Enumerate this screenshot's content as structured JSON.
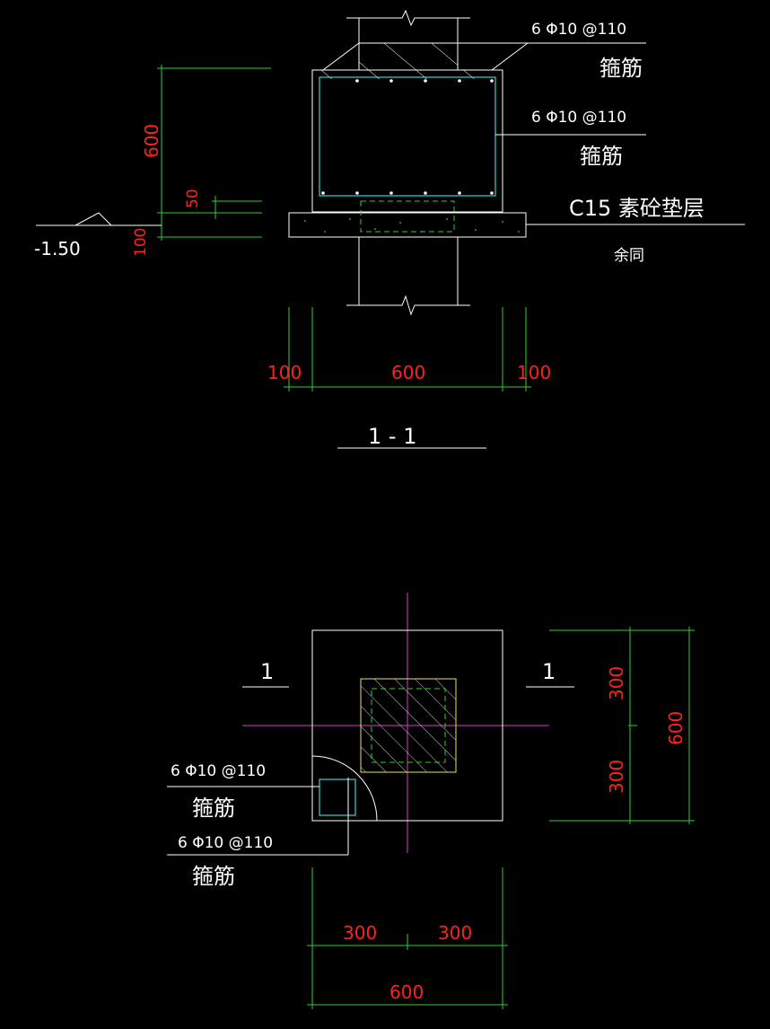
{
  "section": {
    "title": "1 - 1",
    "rebar_top_spec": "6 Φ10 @110",
    "rebar_top_label": "箍筋",
    "rebar_side_spec": "6 Φ10 @110",
    "rebar_side_label": "箍筋",
    "cushion_label": "C15  素砼垫层",
    "rest_same": "余同",
    "elevation": "-1.50",
    "dim_height": "600",
    "dim_cover": "50",
    "dim_cushion": "100",
    "dim_left": "100",
    "dim_width": "600",
    "dim_right": "100"
  },
  "plan": {
    "cut_mark_left": "1",
    "cut_mark_right": "1",
    "rebar_a_spec": "6 Φ10 @110",
    "rebar_a_label": "箍筋",
    "rebar_b_spec": "6 Φ10 @110",
    "rebar_b_label": "箍筋",
    "dim_right_top": "300",
    "dim_right_bottom": "300",
    "dim_right_total": "600",
    "dim_bottom_left": "300",
    "dim_bottom_right": "300",
    "dim_bottom_total": "600"
  },
  "colors": {
    "background": "#000000",
    "outline": "#ffffff",
    "dimension_line": "#33cc33",
    "dimension_text": "#ff2020",
    "stirrup": "#33ffff",
    "axis": "#cc44cc",
    "column": "#e8e060"
  }
}
